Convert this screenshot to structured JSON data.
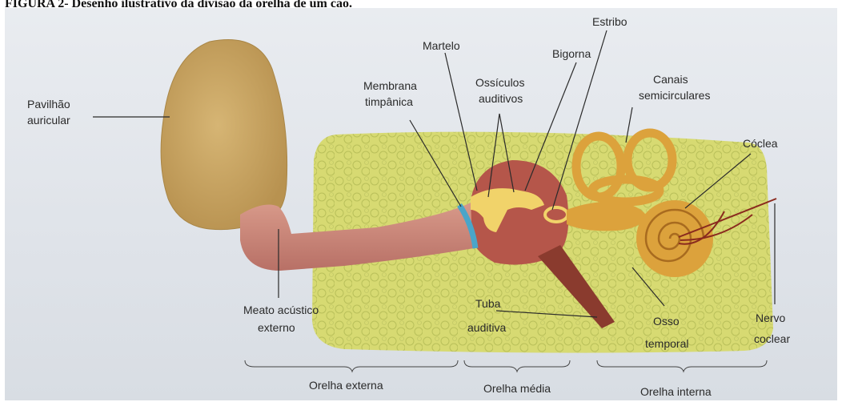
{
  "caption": "FIGURA 2- Desenho ilustrativo da divisão da orelha de um cão.",
  "labels": {
    "pavilhao_1": "Pavilhão",
    "pavilhao_2": "auricular",
    "membrana_1": "Membrana",
    "membrana_2": "timpânica",
    "martelo": "Martelo",
    "ossiculos_1": "Ossículos",
    "ossiculos_2": "auditivos",
    "bigorna": "Bigorna",
    "estribo": "Estribo",
    "canais_1": "Canais",
    "canais_2": "semicirculares",
    "coclea": "Cóclea",
    "meato_1": "Meato acústico",
    "meato_2": "externo",
    "tuba_1": "Tuba",
    "tuba_2": "auditiva",
    "osso_1": "Osso",
    "osso_2": "temporal",
    "nervo_1": "Nervo",
    "nervo_2": "coclear"
  },
  "regions": {
    "externa": "Orelha externa",
    "media": "Orelha média",
    "interna": "Orelha interna"
  },
  "colors": {
    "pinna": "#c9a663",
    "canal": "#c9847a",
    "bone": "#d8dc7a",
    "middle_ear": "#b5564a",
    "ossicles": "#f1d36a",
    "inner_ear": "#dca23c",
    "eardrum": "#4aa5c9",
    "nerve": "#8a2a1e"
  }
}
